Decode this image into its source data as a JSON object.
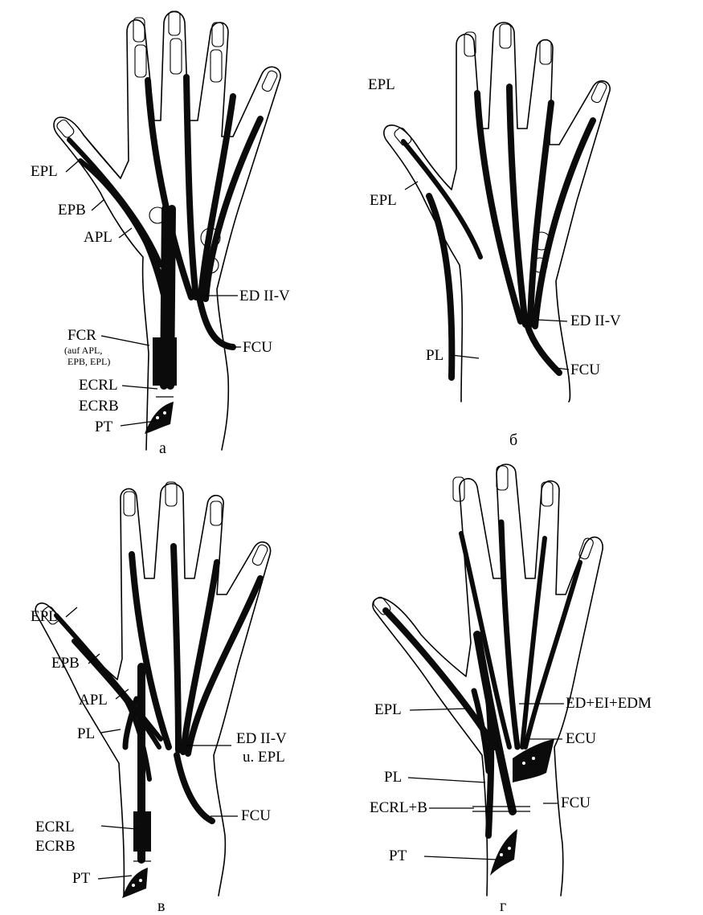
{
  "panels": {
    "a": {
      "caption": "а",
      "labels": {
        "epl": "EPL",
        "epb": "EPB",
        "apl": "APL",
        "ed": "ED II-V",
        "fcr": "FCR",
        "fcr_note_1": "(auf APL,",
        "fcr_note_2": "EPB, EPL)",
        "fcu": "FCU",
        "ecrl": "ECRL",
        "ecrb": "ECRB",
        "pt": "PT"
      }
    },
    "b": {
      "caption": "б",
      "labels": {
        "epl_top": "EPL",
        "epl": "EPL",
        "ed": "ED II-V",
        "pl": "PL",
        "fcu": "FCU"
      }
    },
    "v": {
      "caption": "в",
      "labels": {
        "epl": "EPL",
        "epb": "EPB",
        "apl": "APL",
        "pl": "PL",
        "ed_1": "ED II-V",
        "ed_2": "u. EPL",
        "fcu": "FCU",
        "ecrl": "ECRL",
        "ecrb": "ECRB",
        "pt": "PT"
      }
    },
    "g": {
      "caption": "г",
      "labels": {
        "epl": "EPL",
        "ed": "ED+EI+EDM",
        "ecu": "ECU",
        "pl": "PL",
        "ecrl_b": "ECRL+B",
        "fcu": "FCU",
        "pt": "PT"
      }
    }
  }
}
